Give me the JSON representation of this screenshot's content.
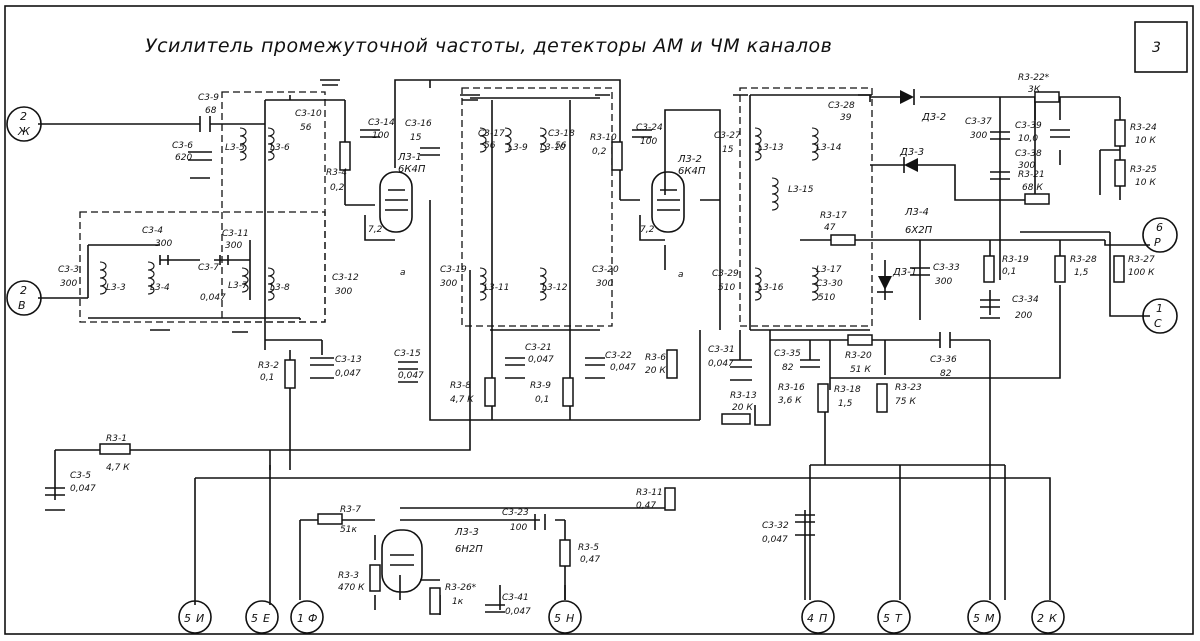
{
  "title": "Усилитель промежуточной частоты, детекторы АМ и ЧМ каналов",
  "page_number": "3",
  "left_terminals": [
    {
      "num": "2",
      "letter": "Ж"
    },
    {
      "num": "2",
      "letter": "В"
    }
  ],
  "right_terminals": [
    {
      "num": "6",
      "letter": "Р"
    },
    {
      "num": "1",
      "letter": "С"
    }
  ],
  "bottom_terminals": [
    {
      "num": "5",
      "letter": "И"
    },
    {
      "num": "5",
      "letter": "Е"
    },
    {
      "num": "1",
      "letter": "Ф"
    },
    {
      "num": "5",
      "letter": "Н"
    },
    {
      "num": "4",
      "letter": "П"
    },
    {
      "num": "5",
      "letter": "Т"
    },
    {
      "num": "5",
      "letter": "М"
    },
    {
      "num": "2",
      "letter": "К"
    }
  ],
  "tubes": [
    {
      "ref": "Л3-1",
      "type": "6К4П"
    },
    {
      "ref": "Л3-2",
      "type": "6К4П"
    },
    {
      "ref": "Л3-3",
      "type": "6Н2П"
    },
    {
      "ref": "Л3-4",
      "type": "6Х2П"
    }
  ],
  "diodes": [
    "Д3-1",
    "Д3-2",
    "Д3-3"
  ],
  "coils": [
    "L3-3",
    "L3-4",
    "L3-5",
    "L3-6",
    "L3-7",
    "L3-8",
    "L3-9",
    "L3-10",
    "L3-11",
    "L3-12",
    "L3-13",
    "L3-14",
    "L3-15",
    "L3-16",
    "L3-17"
  ],
  "resistors": [
    {
      "ref": "R3-1",
      "val": "4,7 К"
    },
    {
      "ref": "R3-2",
      "val": "0,1"
    },
    {
      "ref": "R3-3",
      "val": "470 К"
    },
    {
      "ref": "R3-4",
      "val": "0,2"
    },
    {
      "ref": "R3-5",
      "val": "0,47"
    },
    {
      "ref": "R3-6",
      "val": "20 К"
    },
    {
      "ref": "R3-7",
      "val": "51к"
    },
    {
      "ref": "R3-8",
      "val": "4,7 К"
    },
    {
      "ref": "R3-9",
      "val": "0,1"
    },
    {
      "ref": "R3-10",
      "val": "0,2"
    },
    {
      "ref": "R3-11",
      "val": "0,47"
    },
    {
      "ref": "R3-13",
      "val": "20 К"
    },
    {
      "ref": "R3-16",
      "val": "3,6 К"
    },
    {
      "ref": "R3-17",
      "val": "47"
    },
    {
      "ref": "R3-18",
      "val": "1,5"
    },
    {
      "ref": "R3-19",
      "val": "0,1"
    },
    {
      "ref": "R3-20",
      "val": "51 К"
    },
    {
      "ref": "R3-21",
      "val": "68 К"
    },
    {
      "ref": "R3-22*",
      "val": "3К"
    },
    {
      "ref": "R3-23",
      "val": "75 К"
    },
    {
      "ref": "R3-24",
      "val": "10 К"
    },
    {
      "ref": "R3-25",
      "val": "10 К"
    },
    {
      "ref": "R3-26*",
      "val": "1к"
    },
    {
      "ref": "R3-27",
      "val": "100 К"
    },
    {
      "ref": "R3-28",
      "val": "1,5"
    }
  ],
  "capacitors": [
    {
      "ref": "C3-3",
      "val": "300"
    },
    {
      "ref": "C3-4",
      "val": "300"
    },
    {
      "ref": "C3-5",
      "val": "0,047"
    },
    {
      "ref": "C3-6",
      "val": "620"
    },
    {
      "ref": "C3-7",
      "val": "0,047"
    },
    {
      "ref": "C3-9",
      "val": "68"
    },
    {
      "ref": "C3-10",
      "val": "56"
    },
    {
      "ref": "C3-11",
      "val": "300"
    },
    {
      "ref": "C3-12",
      "val": "300"
    },
    {
      "ref": "C3-13",
      "val": "0,047"
    },
    {
      "ref": "C3-14",
      "val": "100"
    },
    {
      "ref": "C3-15",
      "val": "0,047"
    },
    {
      "ref": "C3-16",
      "val": "15"
    },
    {
      "ref": "C3-17",
      "val": "56"
    },
    {
      "ref": "C3-18",
      "val": "56"
    },
    {
      "ref": "C3-19",
      "val": "300"
    },
    {
      "ref": "C3-20",
      "val": "300"
    },
    {
      "ref": "C3-21",
      "val": "0,047"
    },
    {
      "ref": "C3-22",
      "val": "0,047"
    },
    {
      "ref": "C3-23",
      "val": "100"
    },
    {
      "ref": "C3-24",
      "val": "100"
    },
    {
      "ref": "C3-27",
      "val": "15"
    },
    {
      "ref": "C3-28",
      "val": "39"
    },
    {
      "ref": "C3-29",
      "val": "510"
    },
    {
      "ref": "C3-30",
      "val": "510"
    },
    {
      "ref": "C3-31",
      "val": "0,047"
    },
    {
      "ref": "C3-32",
      "val": "0,047"
    },
    {
      "ref": "C3-33",
      "val": "300"
    },
    {
      "ref": "C3-34",
      "val": "200"
    },
    {
      "ref": "C3-35",
      "val": "82"
    },
    {
      "ref": "C3-36",
      "val": "82"
    },
    {
      "ref": "C3-37",
      "val": "300"
    },
    {
      "ref": "C3-38",
      "val": "300"
    },
    {
      "ref": "C3-39",
      "val": "10,0"
    },
    {
      "ref": "C3-41",
      "val": "0,047"
    }
  ],
  "pin_labels": {
    "cathode_a": "a",
    "bias_72": "7,2"
  }
}
